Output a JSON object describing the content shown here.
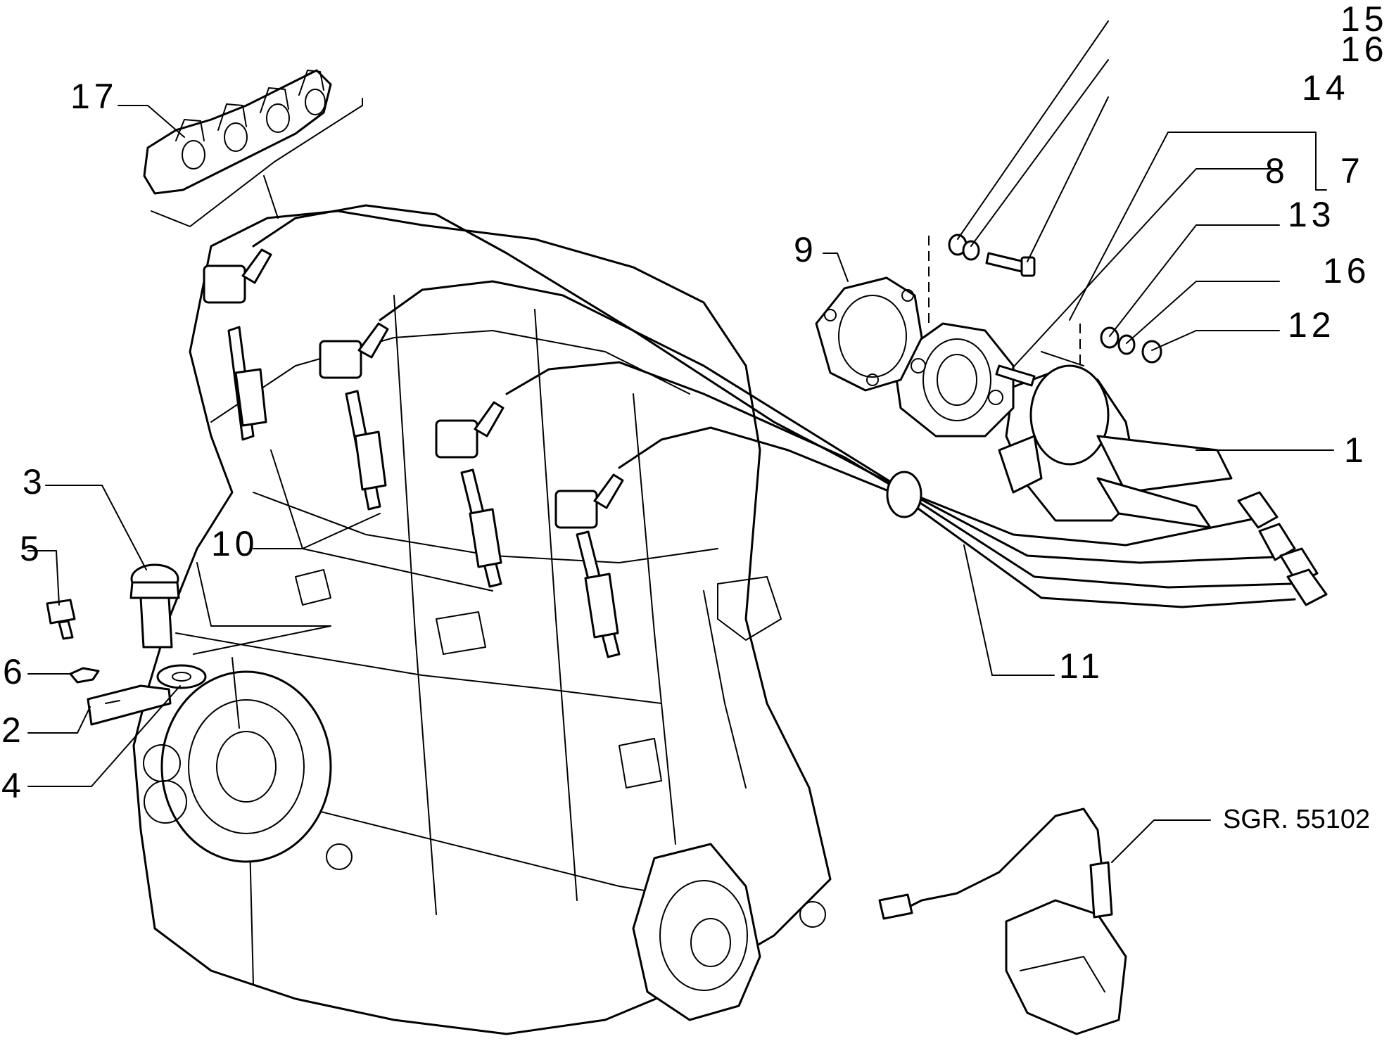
{
  "callouts": {
    "n1": "1",
    "n2": "2",
    "n3": "3",
    "n4": "4",
    "n5": "5",
    "n6": "6",
    "n7": "7",
    "n8": "8",
    "n9": "9",
    "n10": "10",
    "n11": "11",
    "n12": "12",
    "n13": "13",
    "n14": "14",
    "n15": "15",
    "n16a": "16",
    "n16b": "16",
    "n17": "17"
  },
  "reference": "SGR. 55102"
}
